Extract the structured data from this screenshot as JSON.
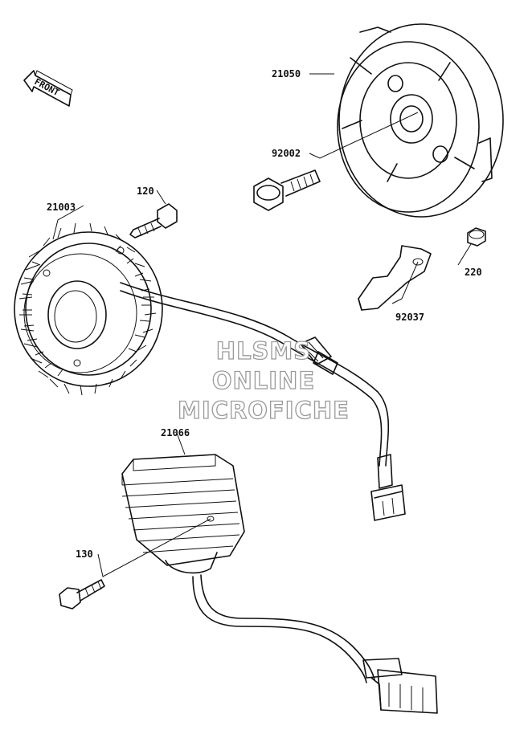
{
  "diagram": {
    "front_indicator": "FRONT",
    "parts": {
      "flywheel": "21050",
      "flywheel_bolt": "92002",
      "stator": "21003",
      "stator_bolt": "120",
      "bracket": "92037",
      "bracket_bolt": "220",
      "regulator": "21066",
      "regulator_bolt": "130"
    },
    "watermark": {
      "line1": "HLSMS",
      "line2": "ONLINE",
      "line3": "MICROFICHE"
    }
  }
}
